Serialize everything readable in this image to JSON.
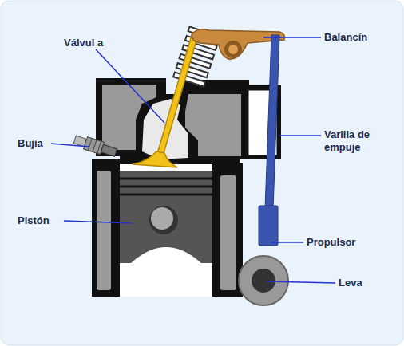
{
  "diagram": {
    "labels": [
      "Válvul a",
      "Balancín",
      "Bujía",
      "Varilla de empuje",
      "Pistón",
      "Propulsor",
      "Leva"
    ]
  }
}
